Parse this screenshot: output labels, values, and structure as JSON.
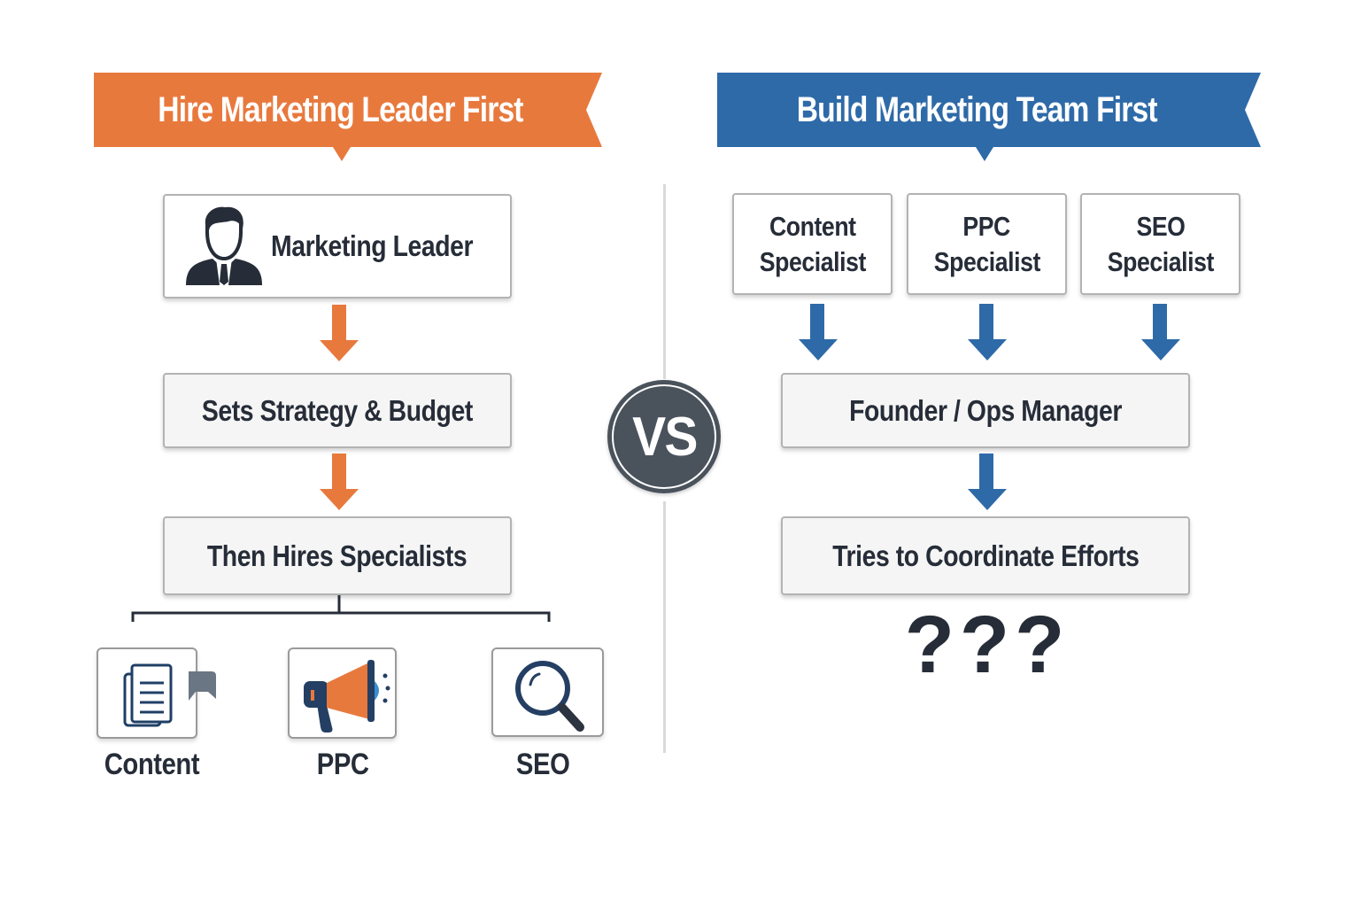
{
  "colors": {
    "left_accent": "#e8793d",
    "right_accent": "#2e6aa8",
    "text_dark": "#262d38",
    "vs_badge": "#4a525c",
    "box_border": "#b3b3b3"
  },
  "left": {
    "banner": "Hire Marketing Leader First",
    "leader_box": {
      "icon": "person-suit-icon",
      "label": "Marketing Leader"
    },
    "steps": [
      "Sets Strategy & Budget",
      "Then Hires Specialists"
    ],
    "specialists": [
      {
        "icon": "document-icon",
        "label": "Content"
      },
      {
        "icon": "megaphone-icon",
        "label": "PPC"
      },
      {
        "icon": "magnifier-icon",
        "label": "SEO"
      }
    ]
  },
  "vs": {
    "label": "VS"
  },
  "right": {
    "banner": "Build Marketing Team First",
    "specialists": [
      {
        "line1": "Content",
        "line2": "Specialist"
      },
      {
        "line1": "PPC",
        "line2": "Specialist"
      },
      {
        "line1": "SEO",
        "line2": "Specialist"
      }
    ],
    "steps": [
      "Founder / Ops Manager",
      "Tries to Coordinate Efforts"
    ],
    "question_marks": "???"
  }
}
